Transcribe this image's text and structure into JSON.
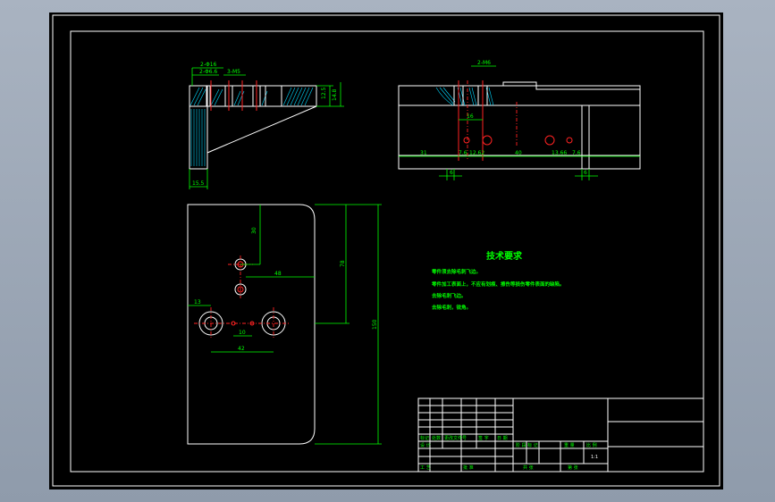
{
  "dimensions": {
    "side": {
      "d1": "2-Φ16",
      "d2": "2-Φ6.6",
      "d3": "3-M5",
      "d4": "12.5",
      "d5": "14.8",
      "d6": "15.5"
    },
    "front": {
      "top": "2-M6",
      "d16": "16",
      "d31": "31",
      "d76a": "7.6",
      "d1262": "12.62",
      "d40": "40",
      "d13": "13.66",
      "d76b": "7.6",
      "d6a": "6",
      "d6b": "6"
    },
    "plan": {
      "d30": "30",
      "d48": "48",
      "d78": "78",
      "d150": "150",
      "d13": "13",
      "d10": "10",
      "d42": "42"
    }
  },
  "requirements": {
    "title": "技术要求",
    "items": [
      "零件须去除毛刺飞边。",
      "零件加工表面上，不应有划痕、擦伤等损伤零件表面的缺陷。",
      "去除毛刺飞边。",
      "去除毛刺，锐角。"
    ]
  },
  "title_block": {
    "labels_row1": [
      "标记",
      "处数",
      "更改文件号",
      "签  字",
      "日 期"
    ],
    "design": "设 计",
    "process": "工 艺",
    "approve": "批 准",
    "stage": "阶 段 标 记",
    "weight": "重 量",
    "scale_label": "比 例",
    "scale": "1:1",
    "sheet_total": "共     张",
    "sheet_no": "第     张"
  }
}
